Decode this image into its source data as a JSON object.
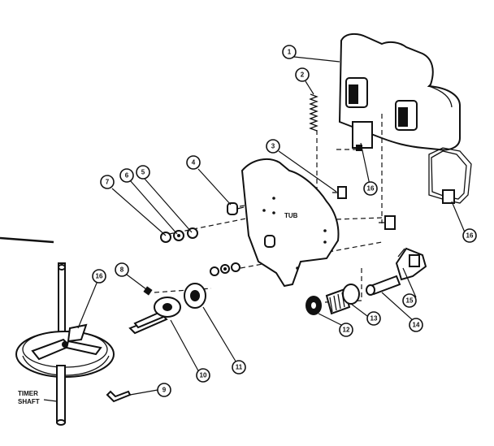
{
  "labels": {
    "tub": "TUB",
    "timer_shaft_line1": "TIMER",
    "timer_shaft_line2": "SHAFT"
  },
  "callouts": [
    "1",
    "2",
    "3",
    "4",
    "5",
    "6",
    "7",
    "8",
    "9",
    "10",
    "11",
    "12",
    "13",
    "14",
    "15",
    "16",
    "16",
    "16"
  ]
}
